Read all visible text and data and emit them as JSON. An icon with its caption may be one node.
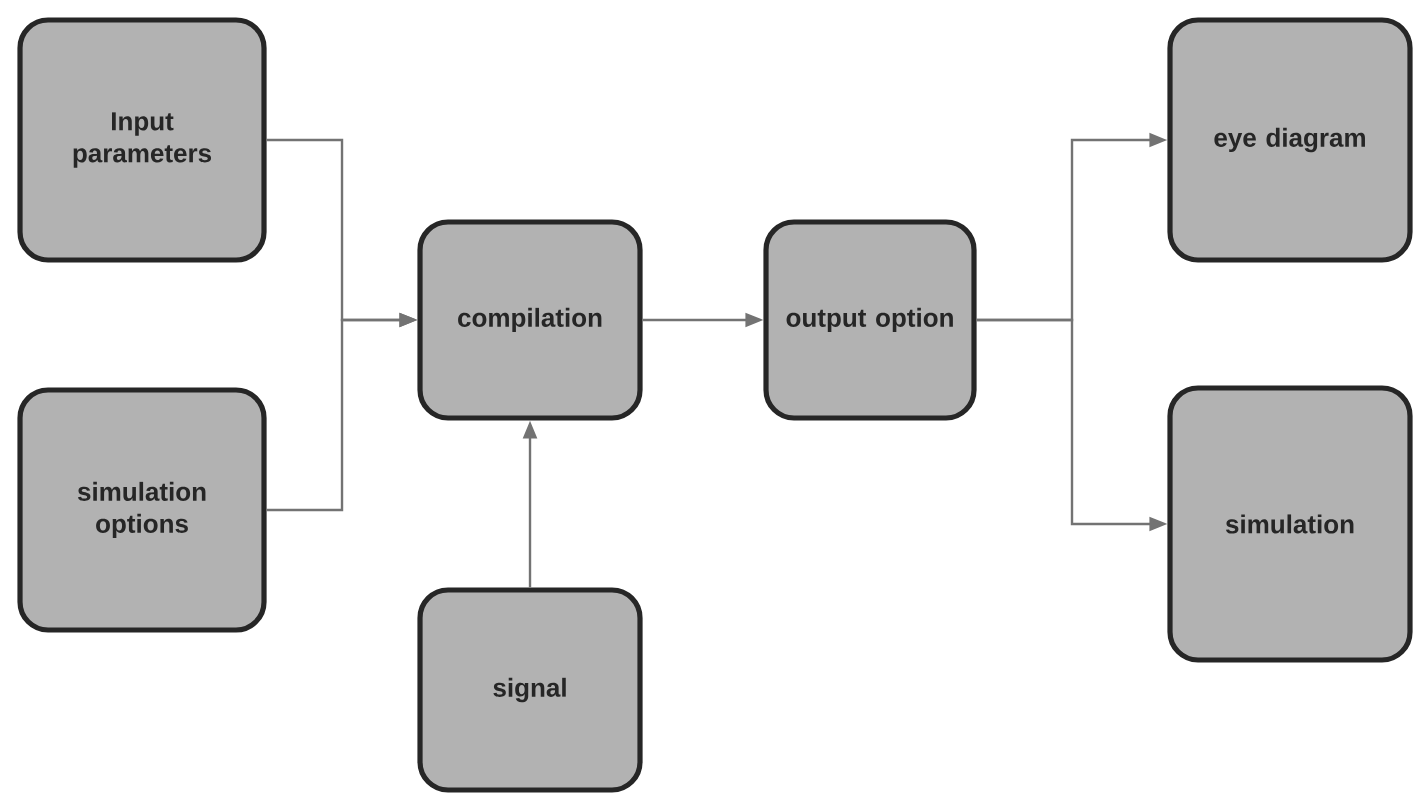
{
  "diagram": {
    "nodes": [
      {
        "text": [
          "Input parameters"
        ]
      },
      {
        "text": [
          "simulation options"
        ]
      },
      {
        "text": [
          "compilation"
        ]
      },
      {
        "text": [
          "signal"
        ]
      },
      {
        "text": [
          "output option"
        ]
      },
      {
        "text": [
          "eye diagram"
        ]
      },
      {
        "text": [
          "simulation"
        ]
      }
    ],
    "edges": [
      {
        "from": 0,
        "to": 2,
        "arrow": "to"
      },
      {
        "from": 1,
        "to": 2,
        "arrow": "to"
      },
      {
        "from": 3,
        "to": 2,
        "arrow": "to"
      },
      {
        "from": 2,
        "to": 4,
        "arrow": "to"
      },
      {
        "from": 4,
        "to": 5,
        "arrow": "to"
      },
      {
        "from": 4,
        "to": 6,
        "arrow": "to"
      }
    ]
  }
}
